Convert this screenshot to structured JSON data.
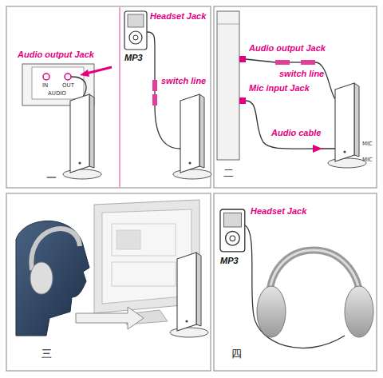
{
  "diagram": {
    "labels": [
      "Audio output Jack",
      "IN",
      "OUT",
      "AUDIO",
      "一",
      "Headset Jack",
      "MP3",
      "switch line",
      "Audio output Jack",
      "Mic input Jack",
      "switch line",
      "Audio cable",
      "MIC",
      "MIC",
      "二",
      "三",
      "MP3",
      "Headset Jack",
      "四"
    ]
  }
}
